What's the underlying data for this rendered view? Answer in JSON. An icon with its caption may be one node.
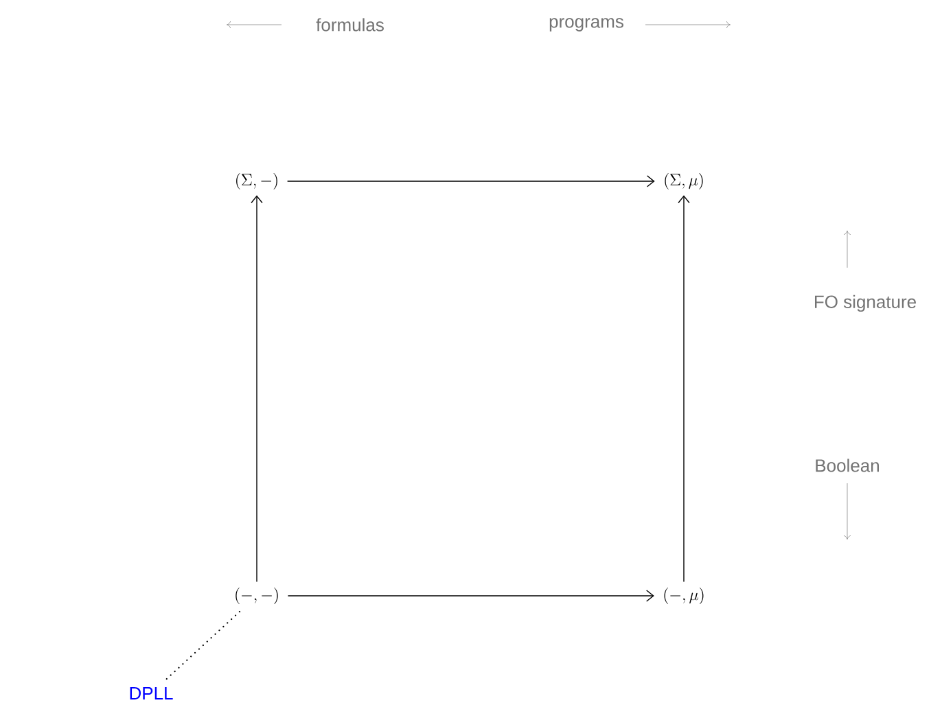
{
  "diagram": {
    "nodes": [
      {
        "text": [
          "(\\Sigma, -)"
        ]
      },
      {
        "text": [
          "(\\Sigma, \\mu)"
        ]
      },
      {
        "text": [
          "(-, -)"
        ]
      },
      {
        "text": [
          "(-, \\mu)"
        ]
      },
      {
        "text": [
          "DPLL"
        ]
      }
    ],
    "edges": [
      {
        "from": 0,
        "to": 1,
        "arrow": "to"
      },
      {
        "from": 2,
        "to": 0,
        "arrow": "to"
      },
      {
        "from": 3,
        "to": 1,
        "arrow": "to"
      },
      {
        "from": 2,
        "to": 3,
        "arrow": "to"
      },
      {
        "from": 2,
        "to": 4,
        "arrow": "none",
        "style": "dashed"
      }
    ],
    "labels": [
      "formulas",
      "programs",
      "FO signature",
      "Boolean"
    ]
  }
}
